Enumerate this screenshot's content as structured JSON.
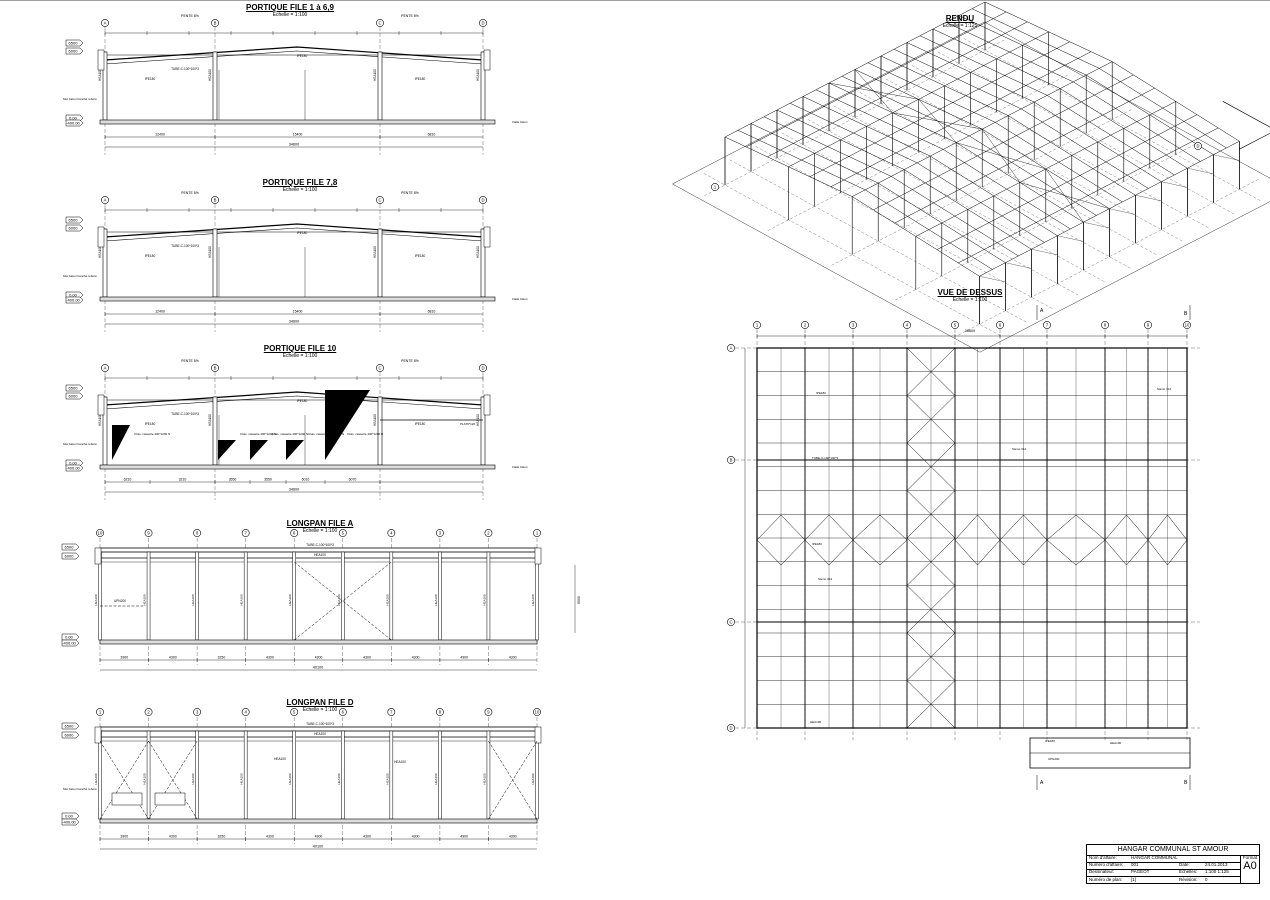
{
  "views": {
    "portique_1_6": {
      "title": "PORTIQUE FILE 1 à 6,9",
      "scale": "Echelle = 1:100"
    },
    "portique_7_8": {
      "title": "PORTIQUE FILE 7,8",
      "scale": "Echelle = 1:100"
    },
    "portique_10": {
      "title": "PORTIQUE FILE 10",
      "scale": "Echelle = 1:100"
    },
    "longpan_a": {
      "title": "LONGPAN FILE A",
      "scale": "Echelle = 1:100"
    },
    "longpan_d": {
      "title": "LONGPAN FILE D",
      "scale": "Echelle = 1:100"
    },
    "rendu": {
      "title": "RENDU",
      "scale": "Echelle = 1:125"
    },
    "vue_dessus": {
      "title": "VUE DE DESSUS",
      "scale": "Echelle = 1:100"
    }
  },
  "axes_portique": [
    "A",
    "B",
    "C",
    "D"
  ],
  "axes_longpan_a": [
    "10",
    "9",
    "8",
    "7",
    "6",
    "5",
    "4",
    "3",
    "2",
    "1"
  ],
  "axes_longpan_d": [
    "1",
    "2",
    "3",
    "4",
    "5",
    "6",
    "7",
    "8",
    "9",
    "10"
  ],
  "plan_cols": [
    "1",
    "2",
    "3",
    "4",
    "5",
    "6",
    "7",
    "8",
    "9",
    "10"
  ],
  "plan_rows": [
    "A",
    "B",
    "C",
    "D"
  ],
  "levels": {
    "l1": "6500",
    "l2": "6000",
    "l0": "0.00",
    "l00": "-400.00"
  },
  "dims": {
    "portique_total": "34600",
    "portique_spans": [
      "12400",
      "15400",
      "6810"
    ],
    "longpan_total": "40100",
    "longpan_spans": [
      "3900",
      "4300",
      "3250",
      "4300",
      "4300",
      "4300",
      "4300",
      "4900",
      "4300",
      "4300"
    ],
    "plan_total": "38600",
    "portique10_spans": [
      "6210",
      "3210",
      "3550",
      "3550",
      "6010",
      "6070"
    ],
    "portique10_total": "34600"
  },
  "labels": {
    "tube": "TUBE-C-100*100*3",
    "ipe": "IPE180",
    "hea": "HEA100",
    "upn": "UPN200",
    "mur": "Mur béton banché reboré",
    "dalle": "Dalle béton",
    "pente_l": "PENTE 8%",
    "pente_r": "PENTE 8%",
    "sismo": "Sismo 312",
    "cloison": "Clois. cassette 400*1200 N",
    "plat": "PLAT6*120"
  },
  "section_marks": [
    "A",
    "A",
    "B",
    "B"
  ],
  "title_block": {
    "project": "HANGAR COMMUNAL ST AMOUR",
    "rows": [
      [
        "Nom d'affaire:",
        "HANGAR COMMUNAL",
        "",
        ""
      ],
      [
        "Numéro d'affaire:",
        "001",
        "Date:",
        "24.01.2013"
      ],
      [
        "Dessinateur:",
        "PAGEOT",
        "Echelles:",
        "1:100   1:125"
      ],
      [
        "Numéro de plan:",
        "[1]",
        "Révision:",
        "0"
      ]
    ],
    "format_label": "Format",
    "format": "A0"
  }
}
